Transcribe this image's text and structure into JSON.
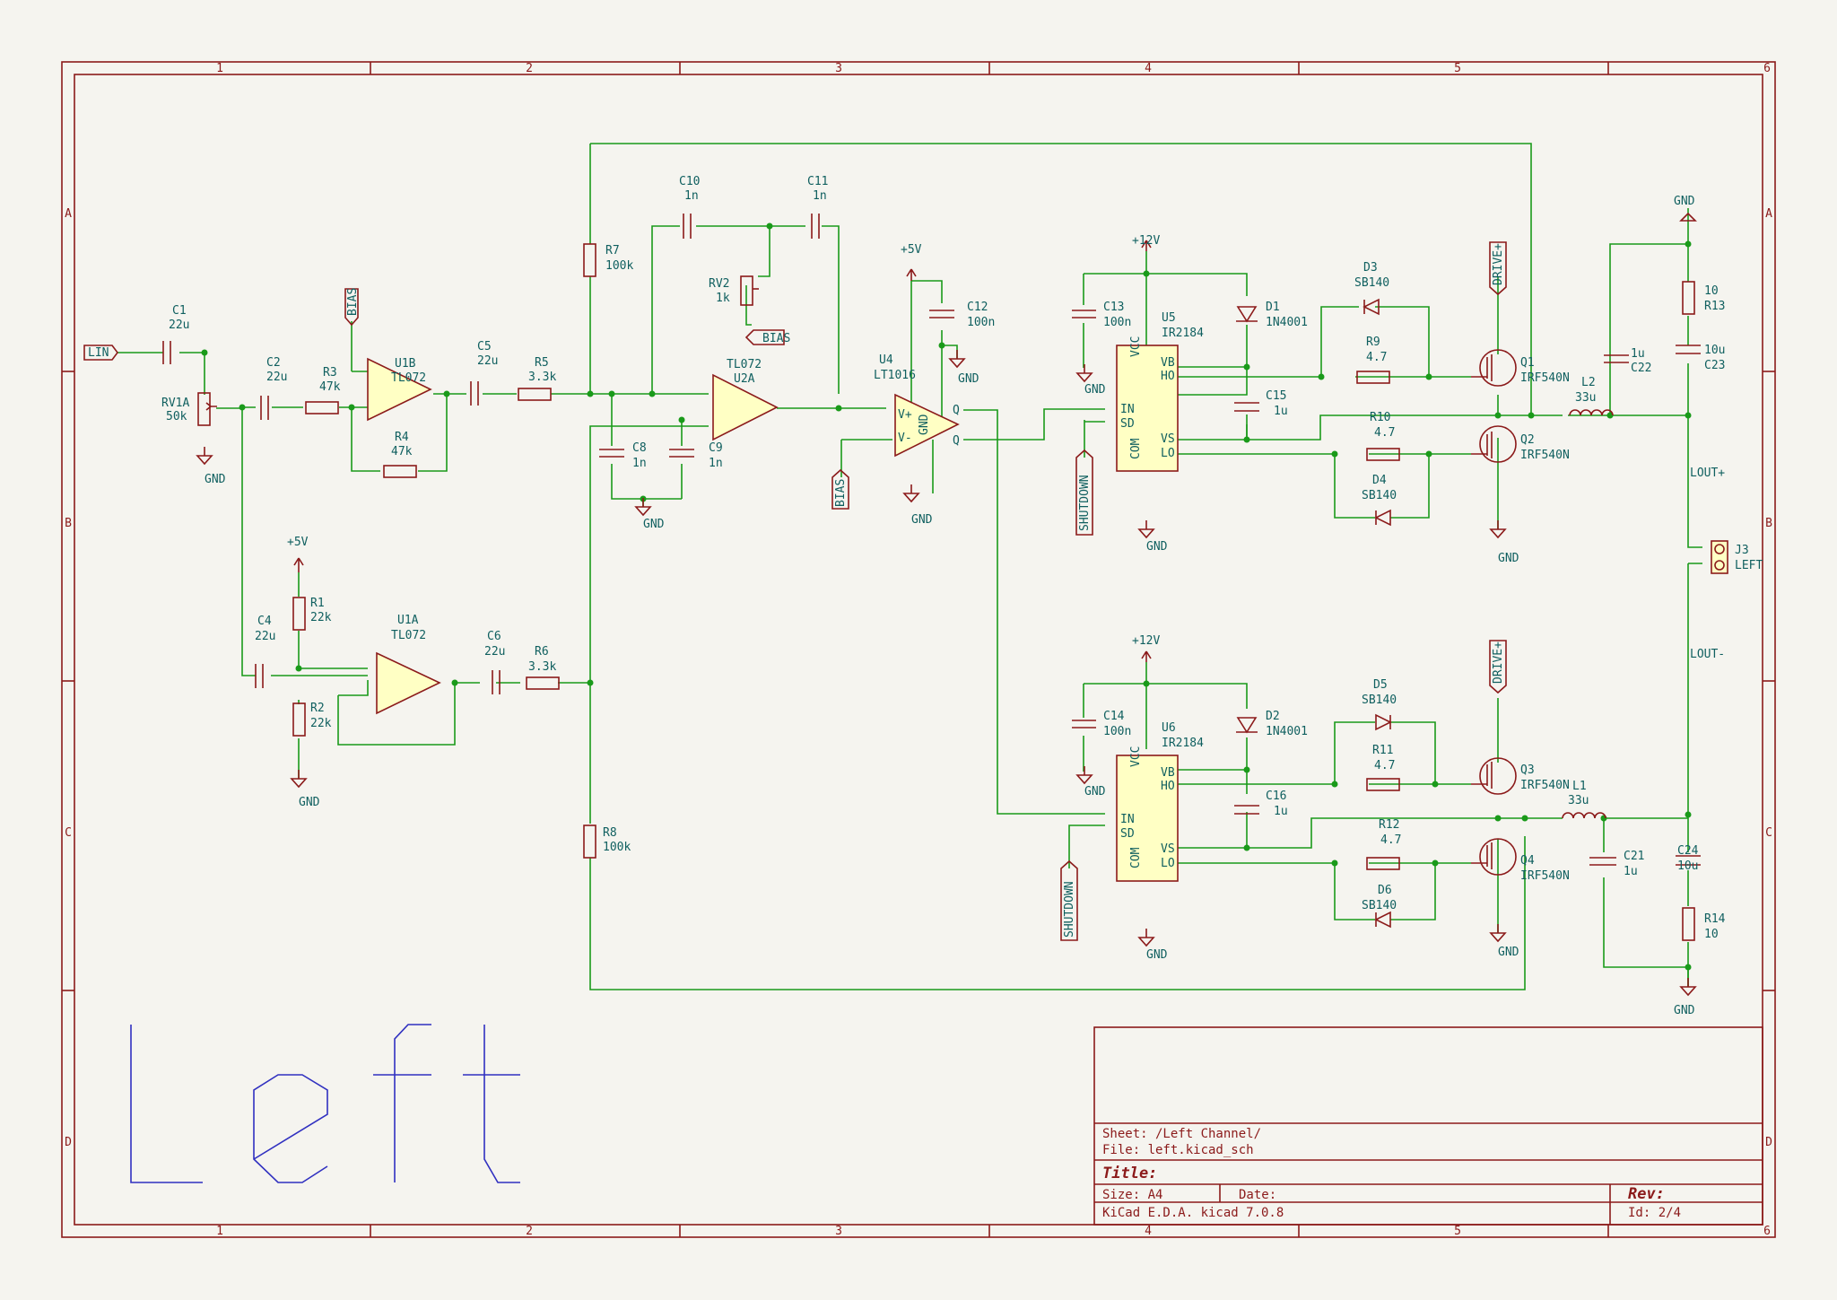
{
  "sheet": {
    "columns": [
      "1",
      "2",
      "3",
      "4",
      "5",
      "6"
    ],
    "rows": [
      "A",
      "B",
      "C",
      "D"
    ],
    "title_block": {
      "sheet": "Sheet: /Left Channel/",
      "file": "File: left.kicad_sch",
      "title": "Title:",
      "size": "Size: A4",
      "date": "Date:",
      "rev": "Rev:",
      "tool": "KiCad E.D.A.  kicad 7.0.8",
      "id": "Id: 2/4"
    }
  },
  "components": {
    "C1": [
      "C1",
      "22u"
    ],
    "C2": [
      "C2",
      "22u"
    ],
    "C4": [
      "C4",
      "22u"
    ],
    "C5": [
      "C5",
      "22u"
    ],
    "C6": [
      "C6",
      "22u"
    ],
    "C8": [
      "C8",
      "1n"
    ],
    "C9": [
      "C9",
      "1n"
    ],
    "C10": [
      "C10",
      "1n"
    ],
    "C11": [
      "C11",
      "1n"
    ],
    "C12": [
      "C12",
      "100n"
    ],
    "C13": [
      "C13",
      "100n"
    ],
    "C14": [
      "C14",
      "100n"
    ],
    "C15": [
      "C15",
      "1u"
    ],
    "C16": [
      "C16",
      "1u"
    ],
    "C21": [
      "C21",
      "1u"
    ],
    "C22": [
      "1u",
      "C22"
    ],
    "C23": [
      "10u",
      "C23"
    ],
    "C24": [
      "C24",
      "10u"
    ],
    "R1": [
      "R1",
      "22k"
    ],
    "R2": [
      "R2",
      "22k"
    ],
    "R3": [
      "R3",
      "47k"
    ],
    "R4": [
      "R4",
      "47k"
    ],
    "R5": [
      "R5",
      "3.3k"
    ],
    "R6": [
      "R6",
      "3.3k"
    ],
    "R7": [
      "R7",
      "100k"
    ],
    "R8": [
      "R8",
      "100k"
    ],
    "R9": [
      "R9",
      "4.7"
    ],
    "R10": [
      "R10",
      "4.7"
    ],
    "R11": [
      "R11",
      "4.7"
    ],
    "R12": [
      "R12",
      "4.7"
    ],
    "R13": [
      "10",
      "R13"
    ],
    "R14": [
      "R14",
      "10"
    ],
    "RV1A": [
      "RV1A",
      "50k"
    ],
    "RV2": [
      "RV2",
      "1k"
    ],
    "U1A": [
      "U1A",
      "TL072"
    ],
    "U1B": [
      "U1B",
      "TL072"
    ],
    "U2A": [
      "TL072",
      "U2A"
    ],
    "U4": [
      "U4",
      "LT1016"
    ],
    "U5": [
      "U5",
      "IR2184"
    ],
    "U6": [
      "U6",
      "IR2184"
    ],
    "D1": [
      "D1",
      "1N4001"
    ],
    "D2": [
      "D2",
      "1N4001"
    ],
    "D3": [
      "D3",
      "SB140"
    ],
    "D4": [
      "D4",
      "SB140"
    ],
    "D5": [
      "D5",
      "SB140"
    ],
    "D6": [
      "D6",
      "SB140"
    ],
    "Q1": [
      "Q1",
      "IRF540N"
    ],
    "Q2": [
      "Q2",
      "IRF540N"
    ],
    "Q3": [
      "Q3",
      "IRF540N"
    ],
    "Q4": [
      "Q4",
      "IRF540N"
    ],
    "L1": [
      "L1",
      "33u"
    ],
    "L2": [
      "L2",
      "33u"
    ],
    "J3": [
      "J3",
      "LEFT"
    ]
  },
  "power": {
    "gnd": "GND",
    "p5": "+5V",
    "p12": "+12V"
  },
  "nets": {
    "lin": "LIN",
    "bias": "BIAS",
    "shutdown": "SHUTDOWN",
    "drive": "DRIVE+",
    "loutp": "LOUT+",
    "loutm": "LOUT-"
  },
  "pins": {
    "vcc": "VCC",
    "vb": "VB",
    "ho": "HO",
    "in": "IN",
    "sd": "SD",
    "vs": "VS",
    "lo": "LO",
    "com": "COM",
    "vp": "V+",
    "vm": "V-",
    "gnd": "GND",
    "q": "Q",
    "qb": "Q"
  },
  "notes": {
    "big_text": "Left"
  },
  "colors": {
    "frame": "#8b1a1a",
    "wire": "#1a9a1a",
    "body": "#ffffc4",
    "label": "#0f5f5f",
    "note": "#3030c0"
  }
}
